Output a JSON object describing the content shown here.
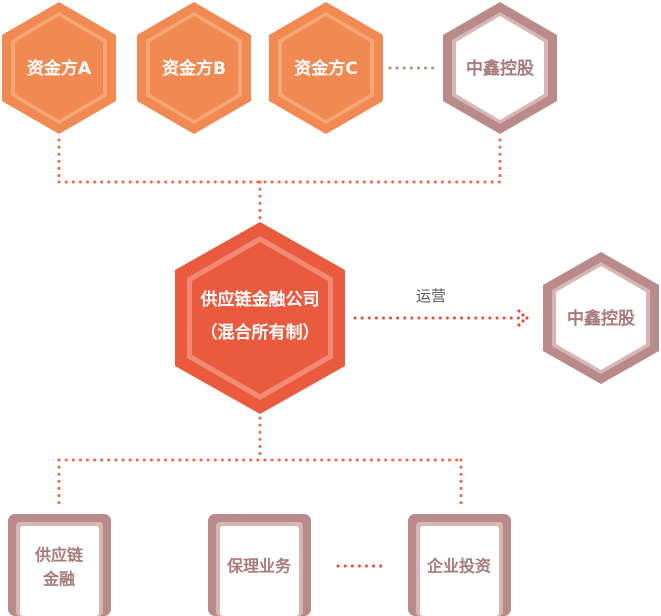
{
  "colors": {
    "orange": "#f08a52",
    "orange_inner": "#f5a673",
    "red": "#ea5a3e",
    "red_inner": "#f08a72",
    "mauve": "#b88a8a",
    "mauve_inner": "#d6b6b6",
    "dots_orange": "#ee6a4b",
    "dots_red": "#e84e3a",
    "dots_mauve": "#d36a5a",
    "text_dark": "#a87a7a"
  },
  "top_nodes": [
    {
      "label": "资金方A",
      "style": "orange"
    },
    {
      "label": "资金方B",
      "style": "orange"
    },
    {
      "label": "资金方C",
      "style": "orange"
    },
    {
      "label": "中鑫控股",
      "style": "mauve"
    }
  ],
  "center_node": {
    "line1": "供应链金融公司",
    "line2": "（混合所有制）"
  },
  "operation_label": "运营",
  "right_node": {
    "label": "中鑫控股"
  },
  "bottom_nodes": [
    {
      "line1": "供应链",
      "line2": "金融"
    },
    {
      "line1": "保理业务",
      "line2": ""
    },
    {
      "line1": "企业投资",
      "line2": ""
    }
  ]
}
